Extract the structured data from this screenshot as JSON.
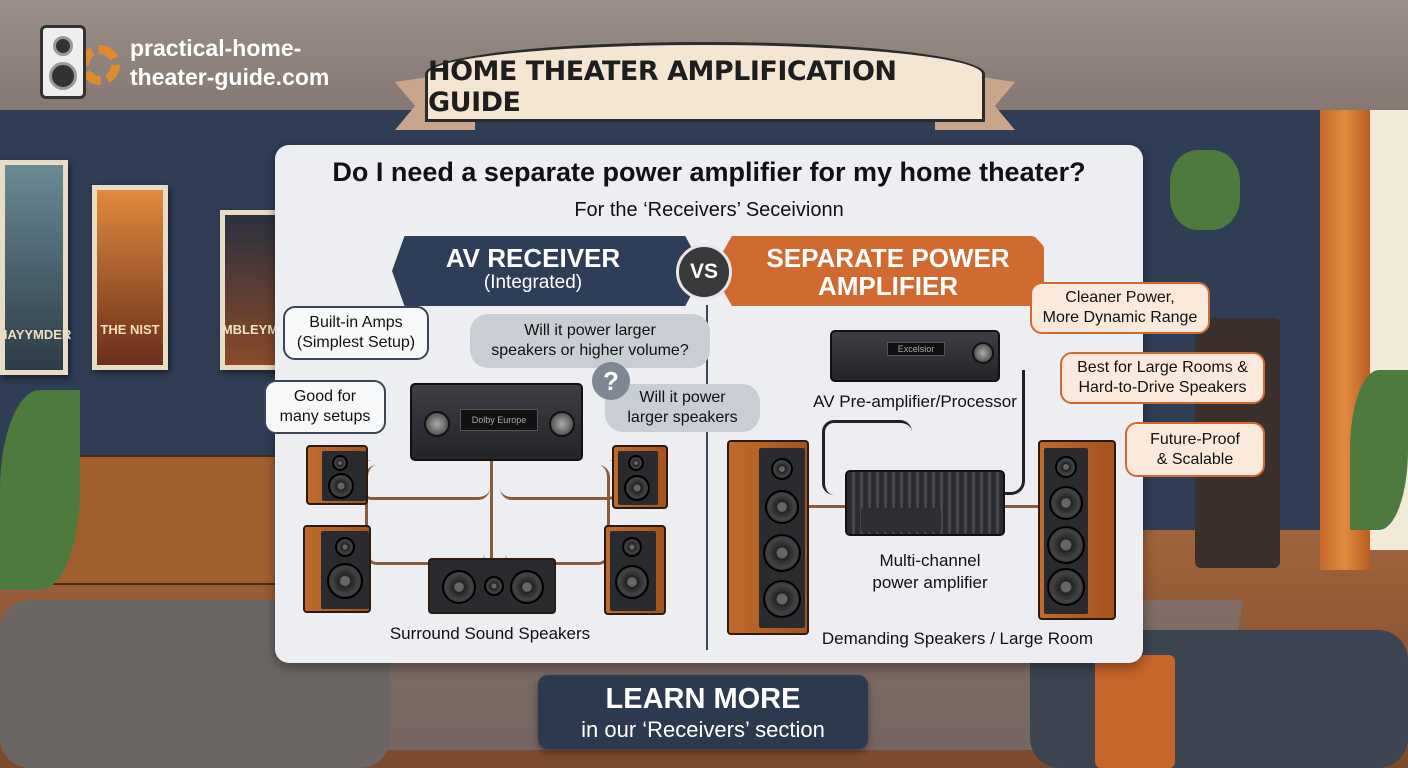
{
  "site": {
    "name_line1": "practical-home-",
    "name_line2": "theater-guide.com",
    "logo_icon": "speaker-gear-icon"
  },
  "banner": {
    "title": "HOME THEATER AMPLIFICATION GUIDE"
  },
  "background": {
    "posters": [
      "MAYYMDER",
      "THE NIST",
      "MBLEYM"
    ]
  },
  "panel": {
    "question": "Do I need a separate power amplifier for my home theater?",
    "subtitle": "For the ‘Receivers’ Seceivionn",
    "left_tab": {
      "title": "AV RECEIVER",
      "subtitle": "(Integrated)",
      "color": "#2e3e58"
    },
    "vs": "VS",
    "right_tab": {
      "title_line1": "SEPARATE POWER",
      "title_line2": "AMPLIFIER",
      "color": "#d06a30"
    },
    "left_bubbles": [
      {
        "line1": "Built-in Amps",
        "line2": "(Simplest Setup)"
      },
      {
        "line1": "Good for",
        "line2": "many setups"
      },
      {
        "line1": "Will it power larger",
        "line2": "speakers or higher volume?"
      },
      {
        "line1": "Will it power",
        "line2": "larger speakers"
      }
    ],
    "question_mark": "?",
    "receiver_display": "Dolby Europe",
    "preamp_display": "Excelsior",
    "right_bubbles": [
      {
        "line1": "Cleaner Power,",
        "line2": "More Dynamic Range"
      },
      {
        "line1": "Best for Large Rooms &",
        "line2": "Hard-to-Drive Speakers"
      },
      {
        "line1": "Future-Proof",
        "line2": "& Scalable"
      }
    ],
    "labels": {
      "surround": "Surround Sound Speakers",
      "preamp": "AV Pre-amplifier/Processor",
      "amp_line1": "Multi-channel",
      "amp_line2": "power amplifier",
      "demanding": "Demanding Speakers / Large Room"
    }
  },
  "cta": {
    "title": "LEARN MORE",
    "subtitle": "in our ‘Receivers’ section"
  }
}
